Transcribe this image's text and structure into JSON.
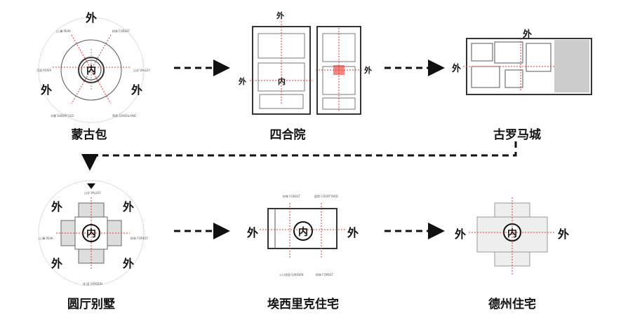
{
  "outer_label": "外",
  "inner_label": "内",
  "cases": [
    {
      "title": "蒙古包",
      "labels": [
        "山 峰 PEAK",
        "树林 FOREST",
        "山谷 VALLEY",
        "河流 RIVER",
        "羊圈 SHEEPFOLD",
        "草原 GRASSLAND"
      ]
    },
    {
      "title": "四合院"
    },
    {
      "title": "古罗马城"
    },
    {
      "title": "圆厅别墅",
      "labels": [
        "山谷 VALLEY",
        "山 峰 PEAK",
        "树林 FOREST",
        "花 园 GARDEN"
      ]
    },
    {
      "title": "埃西里克住宅",
      "labels": [
        "树林 FOREST",
        "庭院 COURTYARD",
        "入口花园 GARDEN",
        "树林 FOREST"
      ]
    },
    {
      "title": "德州住宅"
    }
  ]
}
